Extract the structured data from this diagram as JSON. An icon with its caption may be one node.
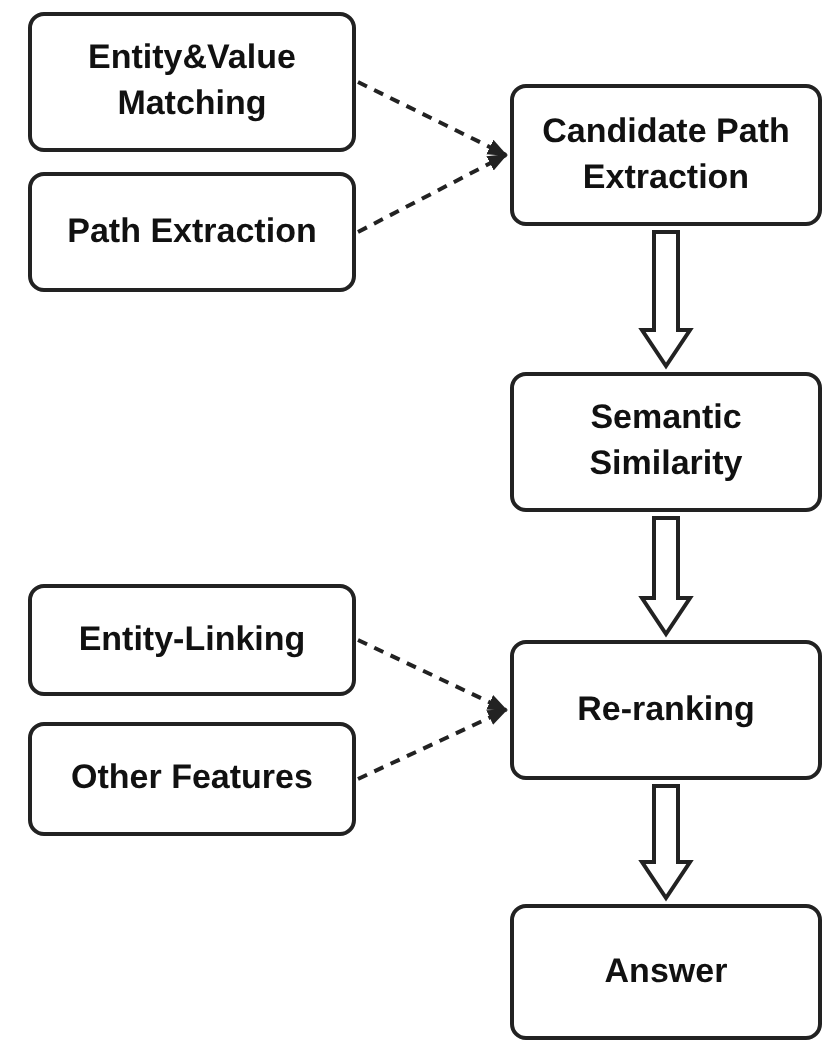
{
  "diagram": {
    "nodes": [
      {
        "text": [
          "Entity&Value Matching"
        ]
      },
      {
        "text": [
          "Path Extraction"
        ]
      },
      {
        "text": [
          "Candidate Path Extraction"
        ]
      },
      {
        "text": [
          "Semantic Similarity"
        ]
      },
      {
        "text": [
          "Entity-Linking"
        ]
      },
      {
        "text": [
          "Other Features"
        ]
      },
      {
        "text": [
          "Re-ranking"
        ]
      },
      {
        "text": [
          "Answer"
        ]
      }
    ],
    "edges": [
      {
        "from": 0,
        "to": 2,
        "arrow": "to",
        "style": "dashed"
      },
      {
        "from": 1,
        "to": 2,
        "arrow": "to",
        "style": "dashed"
      },
      {
        "from": 2,
        "to": 3,
        "arrow": "to"
      },
      {
        "from": 3,
        "to": 6,
        "arrow": "to"
      },
      {
        "from": 4,
        "to": 6,
        "arrow": "to",
        "style": "dashed"
      },
      {
        "from": 5,
        "to": 6,
        "arrow": "to",
        "style": "dashed"
      },
      {
        "from": 6,
        "to": 7,
        "arrow": "to"
      }
    ]
  }
}
